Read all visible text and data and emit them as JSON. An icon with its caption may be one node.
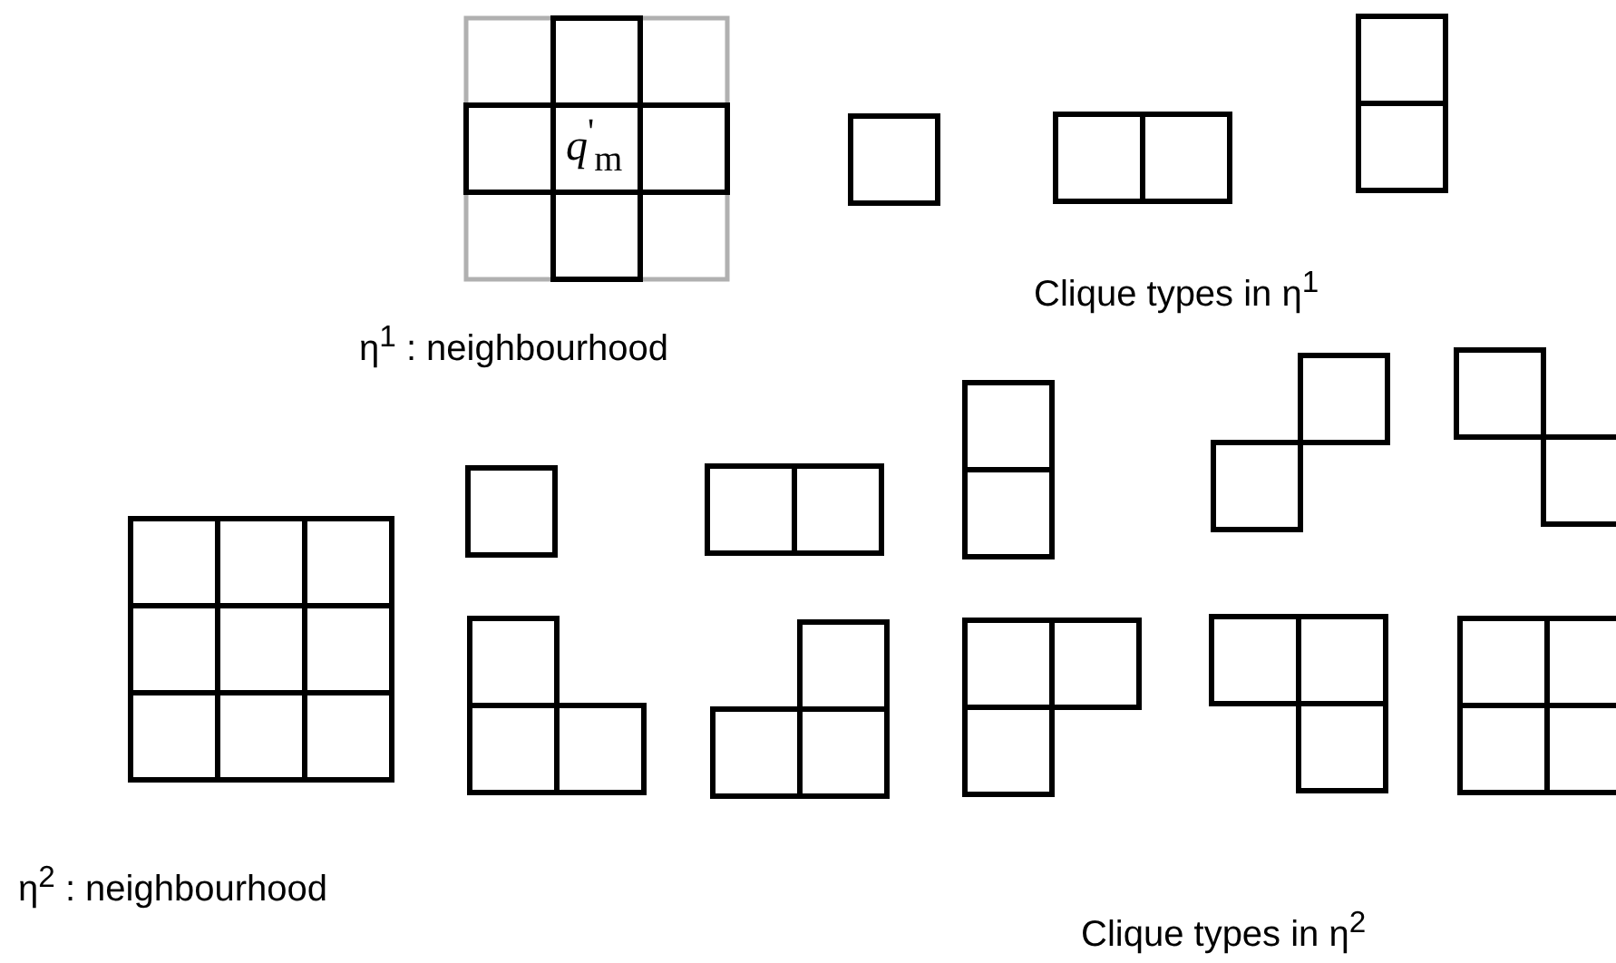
{
  "diagram": {
    "labels": [
      "*q*$^{'}$$_{m}$",
      "η$^{1}$ : neighbourhood",
      "Clique types in η$^{1}$",
      "η$^{2}$ : neighbourhood",
      "Clique types in η$^{2}$"
    ]
  }
}
